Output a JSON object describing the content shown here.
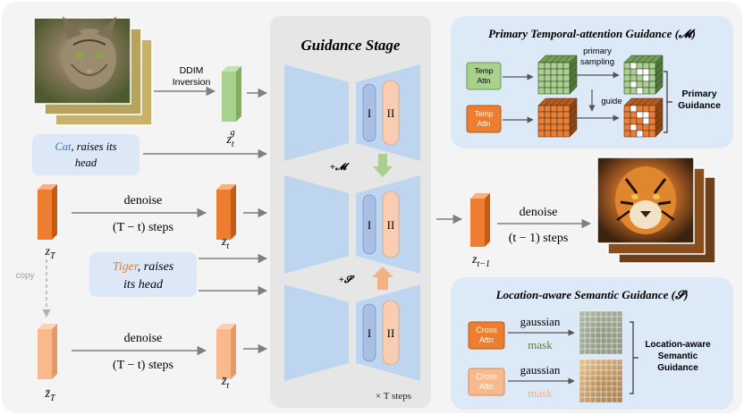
{
  "guidance_stage": {
    "title": "Guidance Stage",
    "steps_label": "× T steps"
  },
  "inputs": {
    "inversion_label_1": "DDIM",
    "inversion_label_2": "Inversion",
    "source_prompt": {
      "highlight": "Cat",
      "rest_1": ", raises its",
      "rest_2": "head"
    },
    "target_prompt": {
      "highlight": "Tiger",
      "rest_1": ", raises",
      "rest_2": "its head"
    },
    "copy_label": "copy"
  },
  "latents": {
    "zt_g": {
      "base": "z",
      "sub": "t",
      "sup": "g"
    },
    "zT": {
      "base": "z",
      "sub": "T"
    },
    "zt": {
      "base": "z",
      "sub": "t"
    },
    "zT_bar": {
      "base": "z̄",
      "sub": "T"
    },
    "zt_bar": {
      "base": "z̄",
      "sub": "t"
    },
    "zt1": {
      "base": "z",
      "sub": "t−1"
    }
  },
  "denoise": {
    "label": "denoise",
    "steps_T_minus_t": "(T − t) steps",
    "steps_t_minus_1": "(t − 1) steps"
  },
  "unet": {
    "block_1": "I",
    "block_2": "II",
    "plus_M": "+𝓜",
    "plus_S": "+𝓢"
  },
  "primary_panel": {
    "title": "Primary Temporal-attention Guidance (𝓜)",
    "temp_attn_line1": "Temp",
    "temp_attn_line2": "Attn",
    "primary_sampling_1": "primary",
    "primary_sampling_2": "sampling",
    "guide": "guide",
    "result_1": "Primary",
    "result_2": "Guidance"
  },
  "location_panel": {
    "title": "Location-aware Semantic Guidance (𝓢)",
    "cross_attn_line1": "Cross",
    "cross_attn_line2": "Attn",
    "gaussian": "gaussian",
    "mask": "mask",
    "result_1": "Location-aware",
    "result_2": "Semantic",
    "result_3": "Guidance"
  },
  "colors": {
    "background": "#f4f4f4",
    "guidance_stage_bg": "#e6e6e6",
    "panel_bg": "#dce9f7",
    "unet_blue": "#bdd5ee",
    "block_blue": "#a9bfe6",
    "block_orange": "#f8cdb1",
    "latent_green": "#a9d18e",
    "latent_orange": "#ed7d31",
    "latent_light_orange": "#f8b98c",
    "prompt_bg": "#dde8f7",
    "prompt_blue": "#4472c4",
    "prompt_orange": "#ed7d31",
    "arrow_gray": "#7f7f7f",
    "green_arrow": "#a9d18e",
    "orange_arrow": "#f4b183",
    "mask_green": "#548235",
    "mask_orange": "#f4b183"
  }
}
